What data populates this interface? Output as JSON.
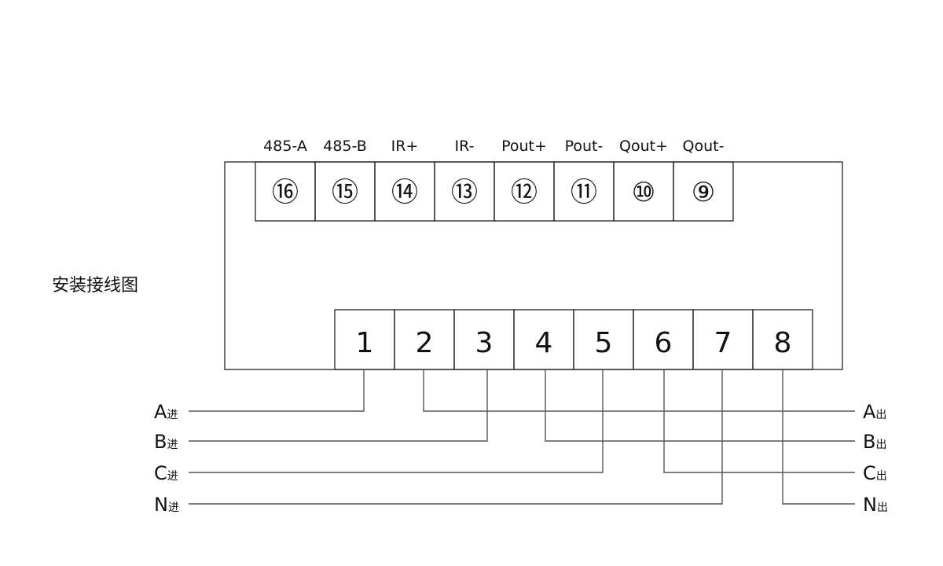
{
  "title": "安装接线图",
  "top_terminals": [
    {
      "number": "⑯",
      "label": "485-A"
    },
    {
      "number": "⑮",
      "label": "485-B"
    },
    {
      "number": "⑭",
      "label": "IR+"
    },
    {
      "number": "⑬",
      "label": "IR-"
    },
    {
      "number": "⑫",
      "label": "Pout+"
    },
    {
      "number": "⑪",
      "label": "Pout-"
    },
    {
      "number": "⑩",
      "label": "Qout+"
    },
    {
      "number": "⑨",
      "label": "Qout-"
    }
  ],
  "bottom_terminals": [
    "1",
    "2",
    "3",
    "4",
    "5",
    "6",
    "7",
    "8"
  ],
  "inputs": [
    {
      "phase": "A",
      "suffix": "进",
      "terminal": 1
    },
    {
      "phase": "B",
      "suffix": "进",
      "terminal": 3
    },
    {
      "phase": "C",
      "suffix": "进",
      "terminal": 5
    },
    {
      "phase": "N",
      "suffix": "进",
      "terminal": 7
    }
  ],
  "outputs": [
    {
      "phase": "A",
      "suffix": "出",
      "terminal": 2
    },
    {
      "phase": "B",
      "suffix": "出",
      "terminal": 4
    },
    {
      "phase": "C",
      "suffix": "出",
      "terminal": 6
    },
    {
      "phase": "N",
      "suffix": "出",
      "terminal": 8
    }
  ]
}
